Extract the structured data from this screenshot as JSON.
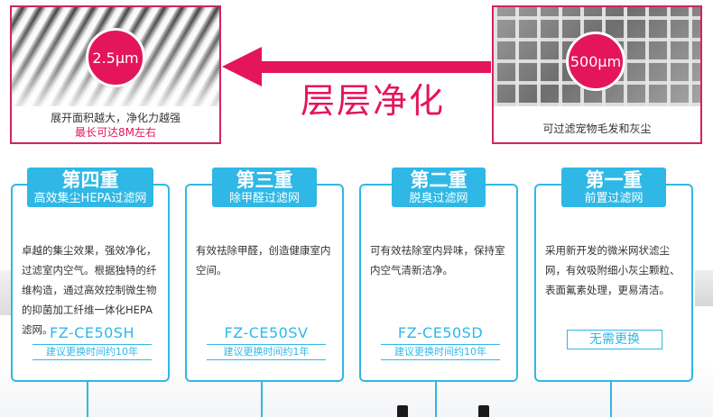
{
  "headline": "层层净化",
  "colors": {
    "accent_pink": "#e4155b",
    "accent_blue": "#2fb8e6"
  },
  "photo_left": {
    "badge": "2.5μm",
    "caption": "展开面积越大，净化力越强",
    "caption_highlight": "最长可达8M左右"
  },
  "photo_right": {
    "badge": "500μm",
    "caption": "可过滤宠物毛发和灰尘"
  },
  "stages": [
    {
      "title": "第四重",
      "subtitle": "高效集尘HEPA过滤网",
      "description": "卓越的集尘效果，强效净化，过滤室内空气。根据独特的纤维构造，通过高效控制微生物的抑菌加工纤维一体化HEPA滤网。",
      "model": "FZ-CE50SH",
      "replacement": "建议更换时间约10年"
    },
    {
      "title": "第三重",
      "subtitle": "除甲醛过滤网",
      "description": "有效祛除甲醛，创造健康室内空间。",
      "model": "FZ-CE50SV",
      "replacement": "建议更换时间约1年"
    },
    {
      "title": "第二重",
      "subtitle": "脱臭过滤网",
      "description": "可有效祛除室内异味，保持室内空气清新洁净。",
      "model": "FZ-CE50SD",
      "replacement": "建议更换时间约10年"
    },
    {
      "title": "第一重",
      "subtitle": "前置过滤网",
      "description": "采用新开发的微米网状滤尘网，有效吸附细小灰尘颗粒、表面氟素处理，更易清洁。",
      "no_replace": "无需更换"
    }
  ]
}
